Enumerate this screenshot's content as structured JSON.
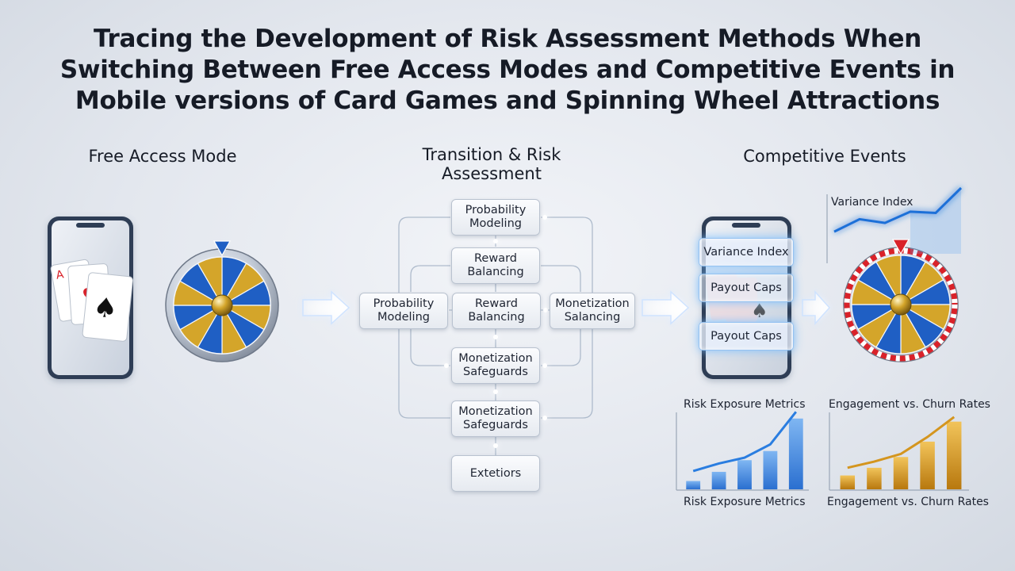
{
  "title": {
    "line1": "Tracing the Development of Risk Assessment Methods When",
    "line2": "Switching Between Free Access Modes and Competitive Events in",
    "line3": "Mobile versions of Card Games and Spinning Wheel Attractions"
  },
  "sections": {
    "free": "Free Access Mode",
    "transition_line1": "Transition & Risk",
    "transition_line2": "Assessment",
    "competitive": "Competitive Events"
  },
  "flow_boxes": {
    "top_probability": [
      "Probability",
      "Modeling"
    ],
    "top_reward": [
      "Reward",
      "Balancing"
    ],
    "left_probability": [
      "Probability",
      "Modeling"
    ],
    "center_reward": [
      "Reward",
      "Balancing"
    ],
    "right_monetization": [
      "Monetization",
      "Salancing"
    ],
    "lower_monetization_1": [
      "Monetization",
      "Safeguards"
    ],
    "lower_monetization_2": [
      "Monetization",
      "Safeguards"
    ],
    "bottom": "Extetiors"
  },
  "competitive_tags": [
    "Variance Index",
    "Payout Caps",
    "Payout Caps"
  ],
  "card_suits": {
    "ace_hearts": "A",
    "hearts": "♥",
    "spades": "♠"
  },
  "charts": {
    "variance_label": "Variance Index",
    "risk_top": "Risk Exposure Metrics",
    "risk_bottom": "Risk Exposure Metrics",
    "engagement_top": "Engagement vs. Churn Rates",
    "engagement_bottom": "Engagement vs. Churn Rates"
  },
  "colors": {
    "wheel_blue": "#1f5fc4",
    "wheel_gold": "#d4a52a",
    "accent_red": "#d9222a",
    "chart_blue": "#2a7de0",
    "chart_gold": "#d4951e"
  },
  "chart_data": [
    {
      "type": "line",
      "title": "Variance Index",
      "x": [
        1,
        2,
        3,
        4,
        5,
        6
      ],
      "values": [
        1,
        3,
        2.4,
        4.2,
        4,
        8
      ],
      "axes_ticks": false
    },
    {
      "type": "bar",
      "title": "Risk Exposure Metrics",
      "categories": [
        "1",
        "2",
        "3",
        "4",
        "5"
      ],
      "values": [
        1,
        2.1,
        3.5,
        4.6,
        8.5
      ],
      "trend": [
        2.2,
        3.1,
        3.8,
        5.4,
        9.3
      ]
    },
    {
      "type": "bar",
      "title": "Engagement vs. Churn Rates",
      "categories": [
        "1",
        "2",
        "3",
        "4",
        "5"
      ],
      "values": [
        1.8,
        2.8,
        4.2,
        6.2,
        8.8
      ],
      "trend": [
        2.8,
        3.6,
        4.6,
        6.8,
        9.4
      ]
    }
  ]
}
